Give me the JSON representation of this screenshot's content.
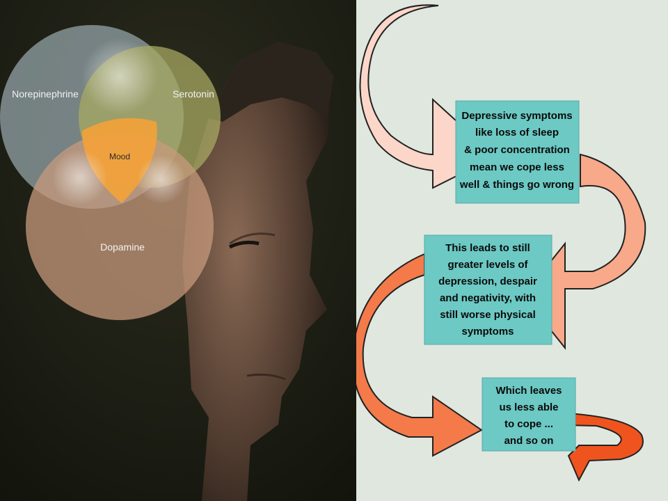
{
  "venn": {
    "circles": [
      {
        "label": "Norepinephrine",
        "color": "#8e9ea2"
      },
      {
        "label": "Serotonin",
        "color": "#a7a862"
      },
      {
        "label": "Dopamine",
        "color": "#c79a7c"
      }
    ],
    "center_label": "Mood",
    "center_color": "#f2a23a"
  },
  "cycle": {
    "box_color": "#6cc9c4",
    "background_color": "#dfe7df",
    "boxes": [
      {
        "lines": [
          "Depressive symptoms",
          "like loss of sleep",
          "& poor concentration",
          "mean we cope less",
          "well & things go wrong"
        ]
      },
      {
        "lines": [
          "This leads to still",
          "greater levels of",
          "depression, despair",
          "and negativity, with",
          "still worse physical",
          "symptoms"
        ]
      },
      {
        "lines": [
          "Which leaves",
          "us less able",
          "to cope ...",
          "and so on"
        ]
      }
    ],
    "arrow_colors": [
      "#fcd6c9",
      "#f7a98a",
      "#f47a4a",
      "#f0541e"
    ]
  }
}
